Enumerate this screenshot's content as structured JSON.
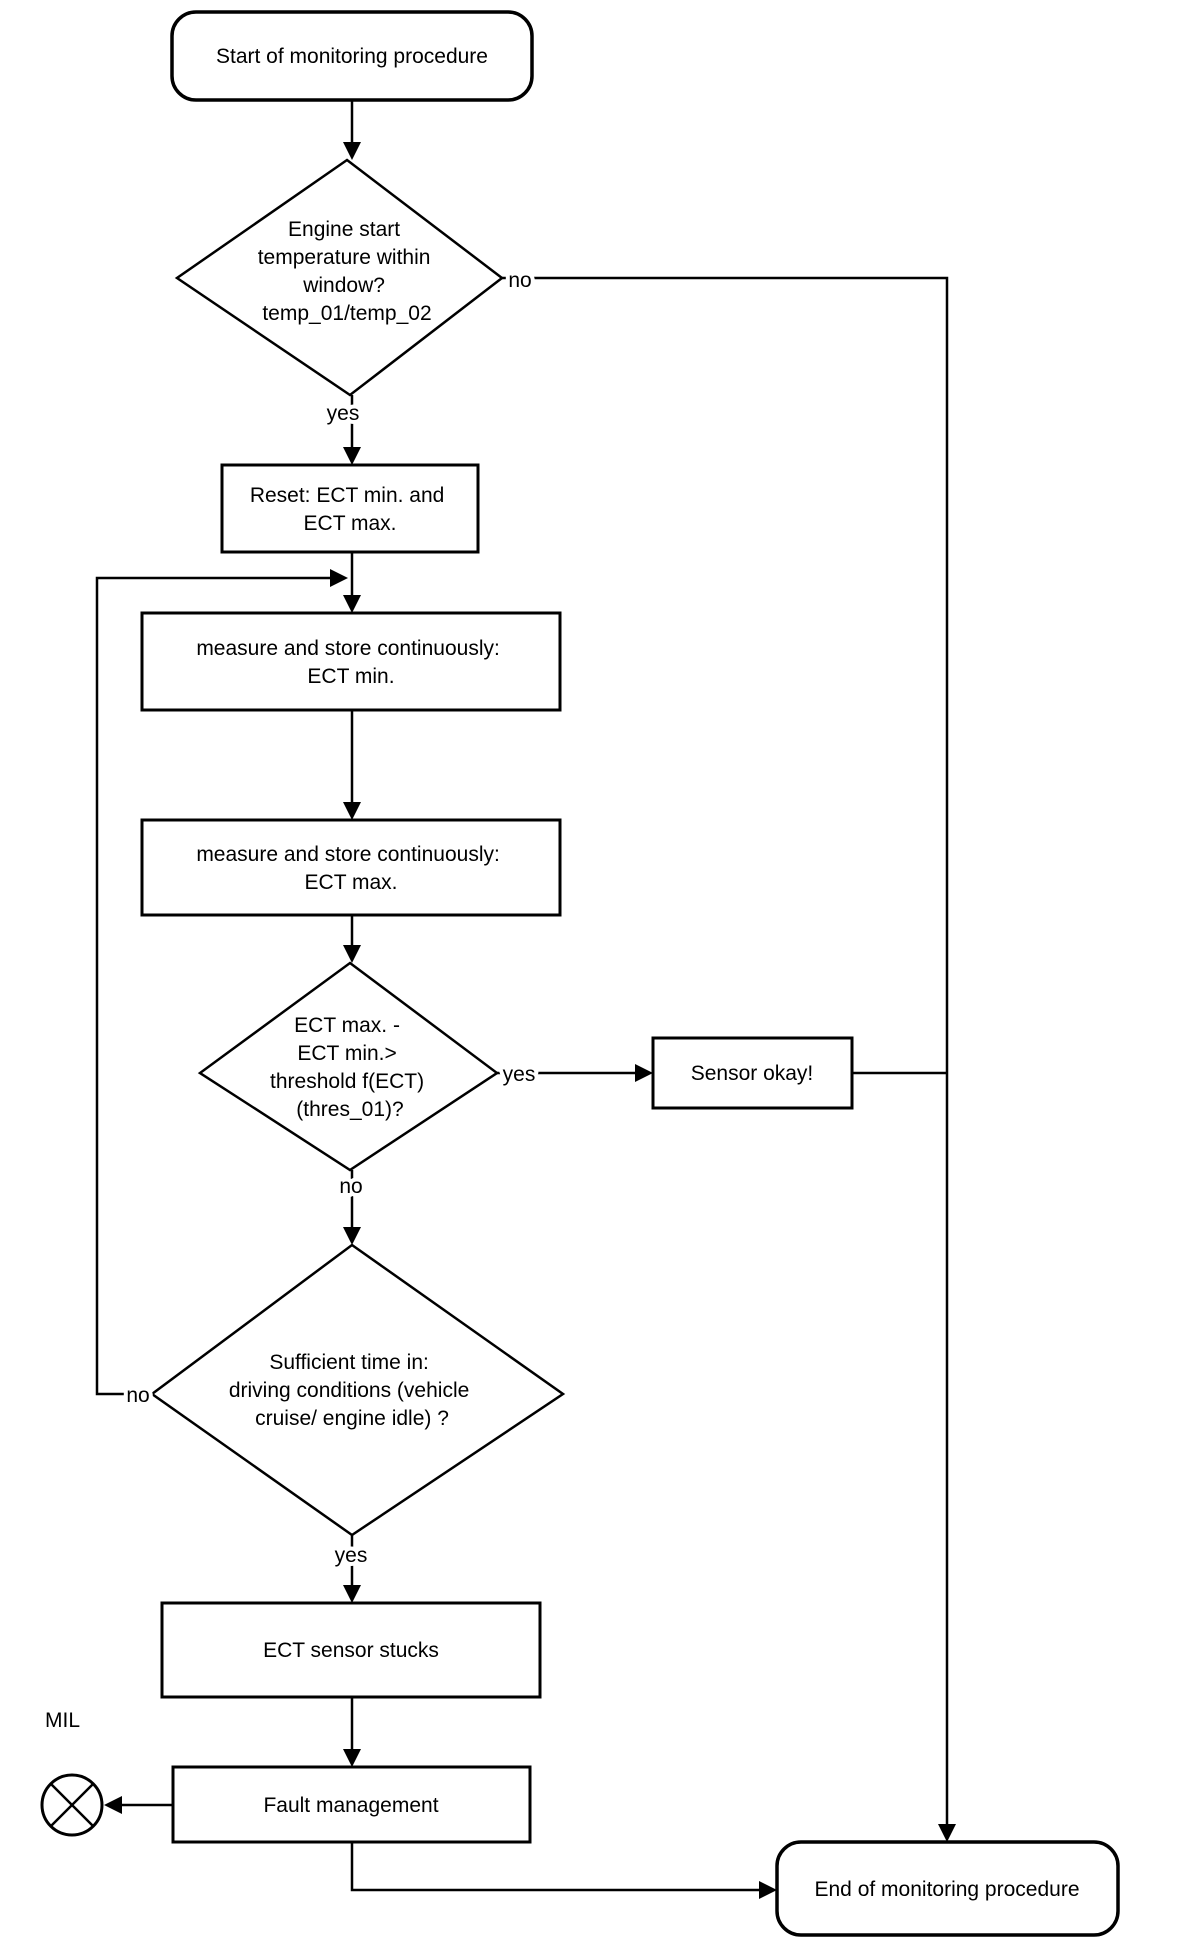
{
  "colors": {
    "ink": "#000000",
    "background": "#ffffff"
  },
  "nodes": {
    "start": {
      "label": "Start of monitoring procedure"
    },
    "decision_temp_window": {
      "line1": "Engine start",
      "line2": "temperature within",
      "line3": "window?",
      "line4": "temp_01/temp_02"
    },
    "reset": {
      "line1": "Reset: ECT min. and",
      "line2": "ECT max."
    },
    "measure_min": {
      "line1": "measure and store continuously:",
      "line2": "ECT min."
    },
    "measure_max": {
      "line1": "measure and store continuously:",
      "line2": "ECT max."
    },
    "decision_threshold": {
      "line1": "ECT max. -",
      "line2": "ECT min.>",
      "line3": "threshold f(ECT)",
      "line4": "(thres_01)?"
    },
    "sensor_okay": {
      "label": "Sensor okay!"
    },
    "decision_sufficient_time": {
      "line1": "Sufficient time in:",
      "line2": "driving conditions (vehicle",
      "line3": "cruise/ engine idle) ?"
    },
    "ect_sensor_stucks": {
      "label": "ECT sensor stucks"
    },
    "fault_management": {
      "label": "Fault management"
    },
    "end": {
      "label": "End of monitoring procedure"
    },
    "mil": {
      "label": "MIL"
    }
  },
  "edge_labels": {
    "temp_window_no": "no",
    "temp_window_yes": "yes",
    "threshold_yes": "yes",
    "threshold_no": "no",
    "sufficient_time_no": "no",
    "sufficient_time_yes": "yes"
  }
}
